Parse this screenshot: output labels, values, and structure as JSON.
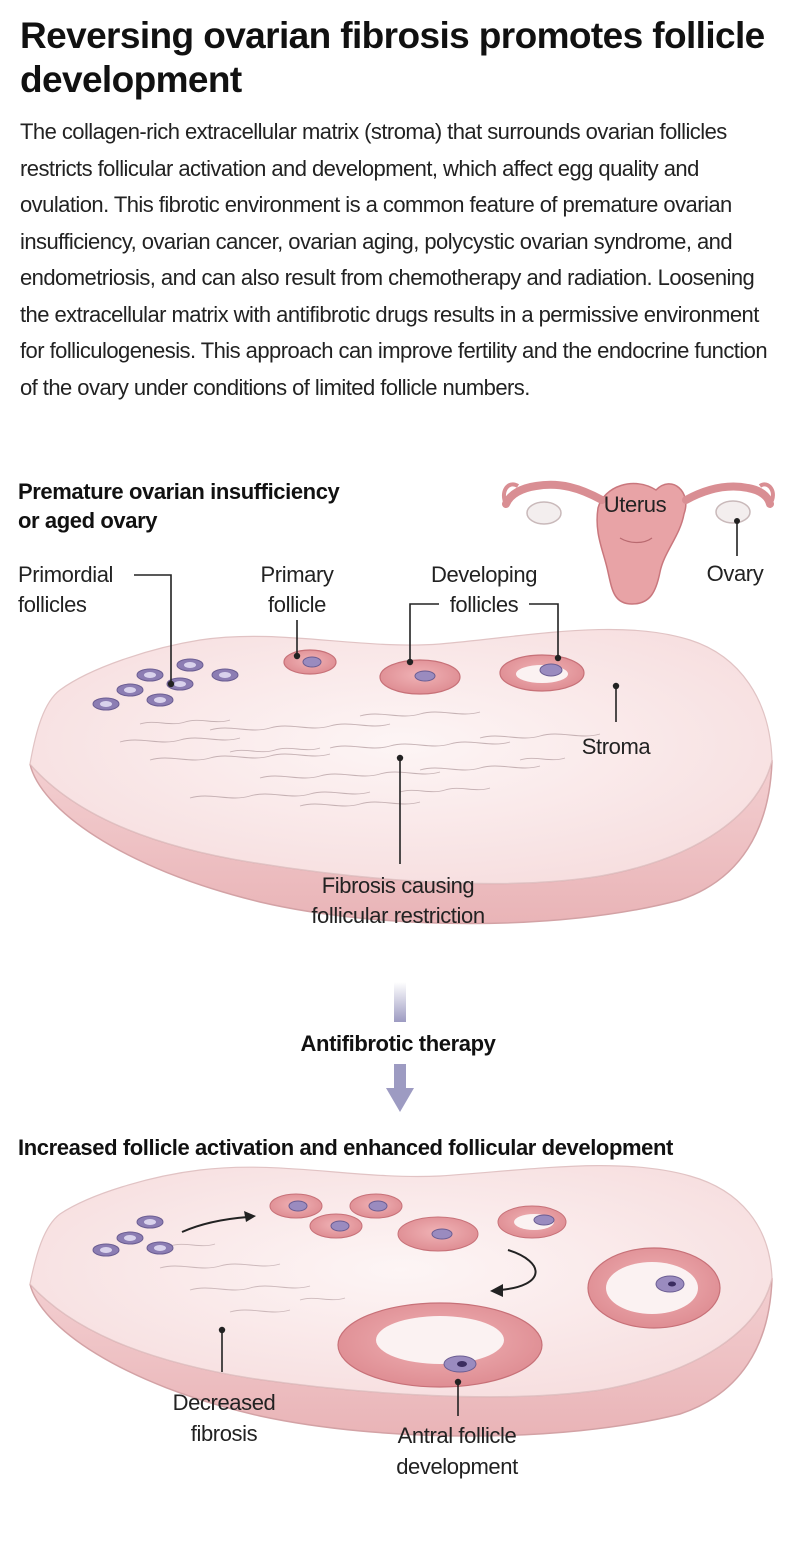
{
  "title": "Reversing ovarian fibrosis promotes follicle development",
  "intro": "The collagen-rich extracellular matrix (stroma) that surrounds ovarian follicles restricts follicular activation and development, which affect egg quality and ovulation. This fibrotic environment is a common feature of premature ovarian insufficiency, ovarian cancer, ovarian aging, polycystic ovarian syndrome, and endometriosis, and can also result from chemotherapy and radiation. Loosening the extracellular matrix with antifibrotic drugs results in a permissive environment for folliculogenesis. This approach can improve fertility and the endocrine function of the ovary under conditions of limited follicle numbers.",
  "panel_top": {
    "heading_line1": "Premature ovarian insufficiency",
    "heading_line2": "or aged ovary",
    "label_primordial_1": "Primordial",
    "label_primordial_2": "follicles",
    "label_primary_1": "Primary",
    "label_primary_2": "follicle",
    "label_developing_1": "Developing",
    "label_developing_2": "follicles",
    "label_uterus": "Uterus",
    "label_ovary": "Ovary",
    "label_stroma": "Stroma",
    "label_fibrosis_1": "Fibrosis causing",
    "label_fibrosis_2": "follicular restriction"
  },
  "therapy": {
    "label": "Antifibrotic therapy"
  },
  "panel_bottom": {
    "heading": "Increased follicle activation and enhanced follicular development",
    "label_decreased_1": "Decreased",
    "label_decreased_2": "fibrosis",
    "label_antral_1": "Antral follicle",
    "label_antral_2": "development"
  },
  "colors": {
    "tissue_top": "#fbeeee",
    "tissue_side": "#f0c6c8",
    "follicle": "#e9a2a6",
    "oocyte": "#9a8bbf",
    "primordial": "#8c7db3",
    "uterus": "#e8a3a6",
    "arrow": "#9d9bc2"
  }
}
